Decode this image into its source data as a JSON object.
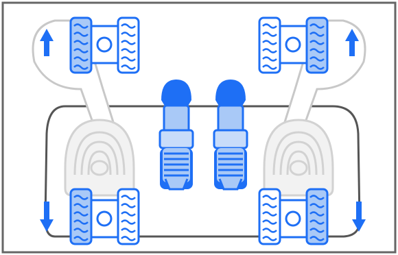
{
  "diagram": {
    "subject": "tracked-vehicle-joystick-controls",
    "colors": {
      "accent": "#1e6ff5",
      "accent_light": "#a9c9f7",
      "accent_fill": "#c8dcfa",
      "outline_gray": "#c8c8c8",
      "body_gray": "#f2f2f2",
      "frame_gray": "#666666",
      "console_line": "#555555"
    },
    "tracks": [
      {
        "id": "left-front",
        "highlighted_side": "outer",
        "arrow": "up"
      },
      {
        "id": "right-front",
        "highlighted_side": "outer",
        "arrow": "up"
      },
      {
        "id": "left-rear",
        "highlighted_side": "outer",
        "arrow": "down"
      },
      {
        "id": "right-rear",
        "highlighted_side": "outer",
        "arrow": "down"
      }
    ],
    "levers": [
      {
        "id": "left-lever",
        "icon": "lever-icon"
      },
      {
        "id": "right-lever",
        "icon": "lever-icon"
      }
    ],
    "pedals": [
      {
        "id": "left-pedal",
        "icon": "pedal-icon"
      },
      {
        "id": "right-pedal",
        "icon": "pedal-icon"
      }
    ]
  }
}
